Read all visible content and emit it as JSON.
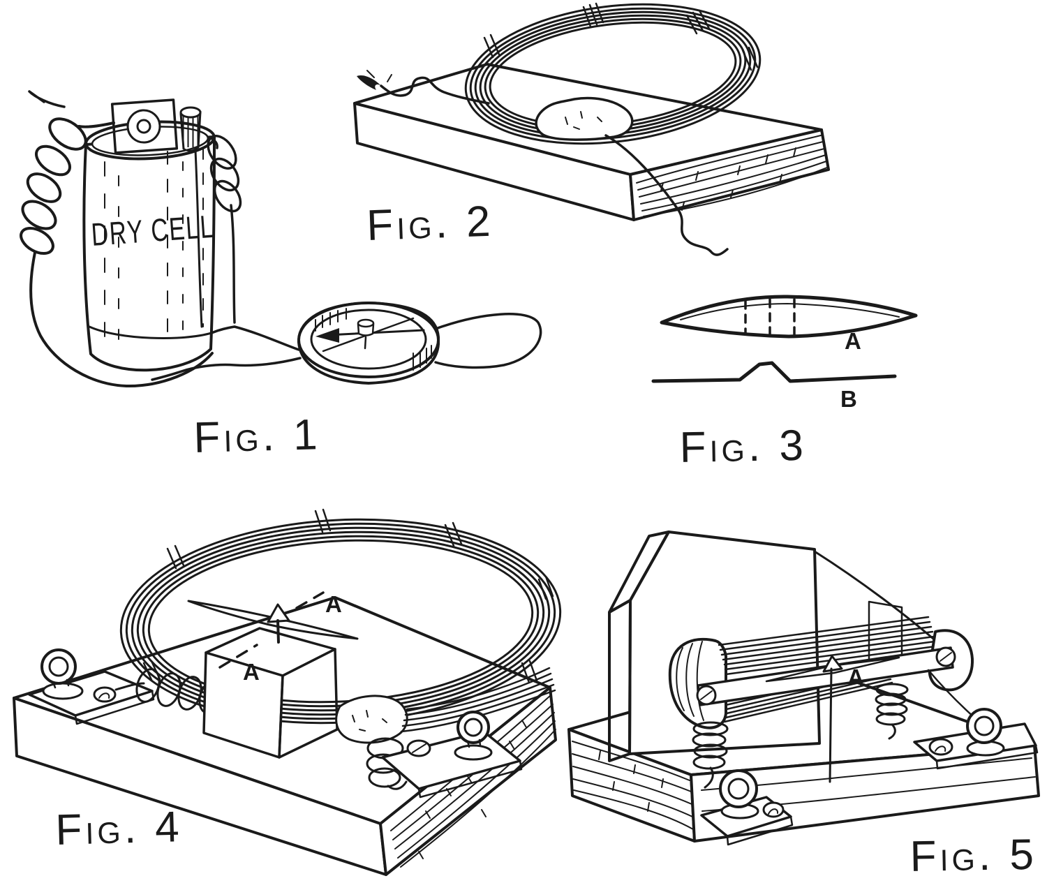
{
  "page": {
    "background": "#ffffff",
    "ink_color": "#1a1a1a",
    "type": "vintage instructional line-art plate, five figures"
  },
  "figures": {
    "fig1": {
      "caption": "Fig. 1",
      "battery_label": "DRY CELL",
      "depicts": "dry cell battery wired to a pocket compass"
    },
    "fig2": {
      "caption": "Fig. 2",
      "depicts": "loop coil of wire fastened with a wax lump on a wooden board"
    },
    "fig3": {
      "caption": "Fig. 3",
      "label_a": "A",
      "label_b": "B",
      "depicts": "pointed needle blank A and bent strip B"
    },
    "fig4": {
      "caption": "Fig. 4",
      "axis_label_upper": "A",
      "axis_label_lower": "A",
      "depicts": "galvanometer: coil hoop, pivoted needle on block, two binding posts on wooden base"
    },
    "fig5": {
      "caption": "Fig. 5",
      "needle_label": "A",
      "depicts": "flat coil instrument on upright board with springs and binding posts"
    }
  }
}
